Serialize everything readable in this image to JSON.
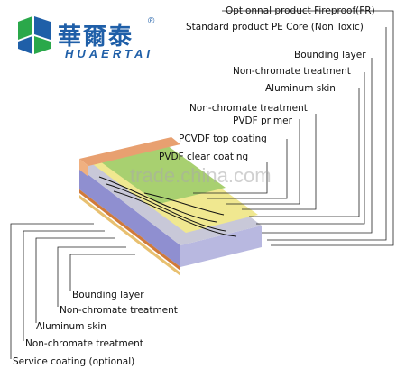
{
  "logo": {
    "chinese_name": "華爾泰",
    "registered_mark": "®",
    "english_name": "HUAERTAI",
    "mark_colors": [
      "#2aa84a",
      "#1f5fa8"
    ]
  },
  "watermark": "trade.china.com",
  "layers_top": [
    "Optionnal product Fireproof(FR)",
    "Standard product PE Core (Non Toxic)",
    "Bounding layer",
    "Non-chromate treatment",
    "Aluminum skin",
    "Non-chromate treatment",
    "PVDF primer",
    "PCVDF top coating",
    "PVDF clear coating"
  ],
  "layers_bottom": [
    "Bounding layer",
    "Non-chromate treatment",
    "Aluminum skin",
    "Non-chromate treatment",
    "Service coating (optional)"
  ],
  "colors": {
    "top_coating": "#e8a070",
    "core_side": "#8f8fd0",
    "aluminum": "#c8c8d8",
    "green_layer": "#a8d070",
    "yellow_layer": "#f0e890",
    "bottom_orange": "#d07a3a"
  }
}
